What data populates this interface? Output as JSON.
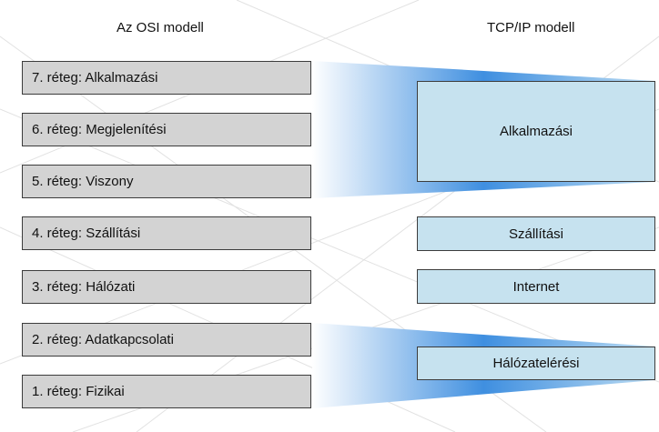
{
  "osi_title": "Az OSI modell",
  "tcp_title": "TCP/IP modell",
  "osi_layers": [
    "7. réteg: Alkalmazási",
    "6. réteg: Megjelenítési",
    "5. réteg: Viszony",
    "4. réteg: Szállítási",
    "3. réteg: Hálózati",
    "2. réteg: Adatkapcsolati",
    "1. réteg: Fizikai"
  ],
  "tcp_layers": [
    "Alkalmazási",
    "Szállítási",
    "Internet",
    "Hálózatelérési"
  ],
  "colors": {
    "osi_box": "#d3d3d3",
    "tcp_box": "#c6e2ef",
    "connector_strong": "#3f8fe0",
    "border": "#3c3c3c"
  }
}
